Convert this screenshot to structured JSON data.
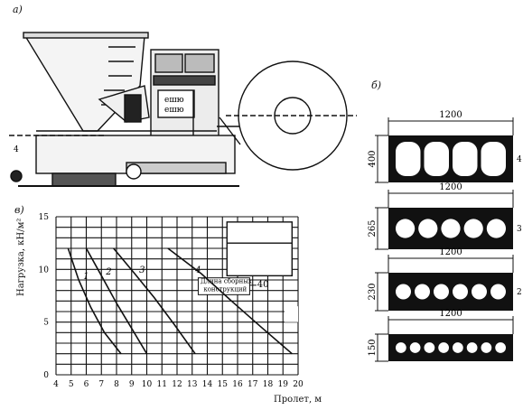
{
  "panels": {
    "a": "а)",
    "b": "б)",
    "v": "в)"
  },
  "machine": {
    "badge_line1": "ешю",
    "badge_line2": "ешю",
    "side_mark": "4"
  },
  "slabs": [
    {
      "width_label": "1200",
      "height_label": "400",
      "voids": 4,
      "side": "4"
    },
    {
      "width_label": "1200",
      "height_label": "265",
      "voids": 5,
      "side": "3"
    },
    {
      "width_label": "1200",
      "height_label": "230",
      "voids": 6,
      "side": "2"
    },
    {
      "width_label": "1200",
      "height_label": "150",
      "voids": 8,
      "side": ""
    }
  ],
  "chart_data": {
    "type": "line",
    "xlabel": "Пролет, м",
    "ylabel": "Нагрузка, кН/м²",
    "xlim": [
      4,
      20
    ],
    "ylim": [
      0,
      15
    ],
    "x_ticks": [
      4,
      5,
      6,
      7,
      8,
      9,
      10,
      11,
      12,
      13,
      14,
      15,
      16,
      17,
      18,
      19,
      20
    ],
    "y_ticks": [
      0,
      5,
      10,
      15
    ],
    "grid": true,
    "series": [
      {
        "name": "1",
        "x": [
          4.8,
          5.5,
          6.3,
          7.2,
          8.3
        ],
        "y": [
          12,
          9,
          6.4,
          4,
          2
        ]
      },
      {
        "name": "2",
        "x": [
          6,
          7,
          8,
          9,
          10
        ],
        "y": [
          12,
          9.4,
          6.8,
          4.4,
          2
        ]
      },
      {
        "name": "3",
        "x": [
          7.8,
          9.2,
          10.5,
          11.8,
          13.2
        ],
        "y": [
          12,
          9.6,
          7.3,
          4.8,
          2
        ]
      },
      {
        "name": "4",
        "x": [
          11.4,
          13.6,
          15.6,
          17.5,
          19.6
        ],
        "y": [
          12,
          9.6,
          7,
          4.6,
          2
        ]
      }
    ],
    "annotation": {
      "text_line1": "Длина сборных",
      "text_line2": "конструкций",
      "value": "40"
    }
  }
}
